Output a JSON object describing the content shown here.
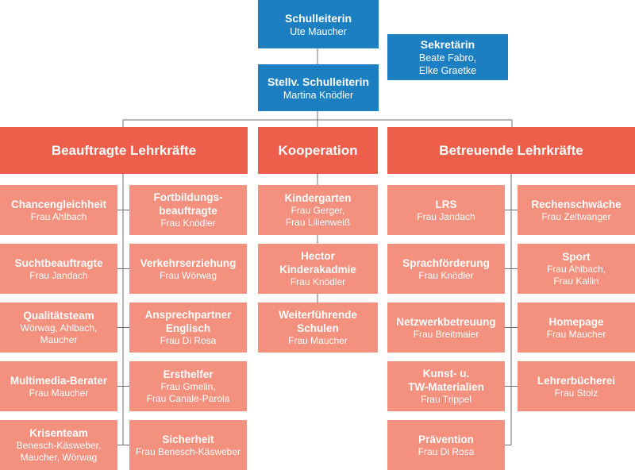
{
  "leadership": {
    "head": {
      "title": "Schulleiterin",
      "name": "Ute Maucher"
    },
    "secretary": {
      "title": "Sekretärin",
      "names": [
        "Beate Fabro,",
        "Elke Graetke"
      ]
    },
    "deputy": {
      "title": "Stellv. Schulleiterin",
      "name": "Martina Knödler"
    }
  },
  "columns": {
    "beauftragte": {
      "header": "Beauftragte Lehrkräfte",
      "left": [
        {
          "title": [
            "Chancengleichheit"
          ],
          "person": [
            "Frau Ahlbach"
          ]
        },
        {
          "title": [
            "Suchtbeauftragte"
          ],
          "person": [
            "Frau Jandach"
          ]
        },
        {
          "title": [
            "Qualitätsteam"
          ],
          "person": [
            "Wörwag, Ahlbach,",
            "Maucher"
          ]
        },
        {
          "title": [
            "Multimedia-Berater"
          ],
          "person": [
            "Frau Maucher"
          ]
        },
        {
          "title": [
            "Krisenteam"
          ],
          "person": [
            "Benesch-Käsweber,",
            "Maucher, Wörwag"
          ]
        }
      ],
      "right": [
        {
          "title": [
            "Fortbildungs-",
            "beauftragte"
          ],
          "person": [
            "Frau Knödler"
          ]
        },
        {
          "title": [
            "Verkehrserziehung"
          ],
          "person": [
            "Frau Wörwag"
          ]
        },
        {
          "title": [
            "Ansprechpartner",
            "Englisch"
          ],
          "person": [
            "Frau Di Rosa"
          ]
        },
        {
          "title": [
            "Ersthelfer"
          ],
          "person": [
            "Frau Gmelin,",
            "Frau Canale-Parola"
          ]
        },
        {
          "title": [
            "Sicherheit"
          ],
          "person": [
            "Frau Benesch-Käsweber"
          ]
        }
      ]
    },
    "kooperation": {
      "header": "Kooperation",
      "items": [
        {
          "title": [
            "Kindergarten"
          ],
          "person": [
            "Frau Gerger,",
            "Frau Lilienweiß"
          ]
        },
        {
          "title": [
            "Hector",
            "Kinderakadmie"
          ],
          "person": [
            "Frau Knödler"
          ]
        },
        {
          "title": [
            "Weiterführende",
            "Schulen"
          ],
          "person": [
            "Frau Maucher"
          ]
        }
      ]
    },
    "betreuende": {
      "header": "Betreuende Lehrkräfte",
      "left": [
        {
          "title": [
            "LRS"
          ],
          "person": [
            "Frau Jandach"
          ]
        },
        {
          "title": [
            "Sprachförderung"
          ],
          "person": [
            "Frau Knödler"
          ]
        },
        {
          "title": [
            "Netzwerkbetreuung"
          ],
          "person": [
            "Frau Breitmaier"
          ]
        },
        {
          "title": [
            "Kunst- u.",
            "TW-Materialien"
          ],
          "person": [
            "Frau Trippel"
          ]
        },
        {
          "title": [
            "Prävention"
          ],
          "person": [
            "Frau Di Rosa"
          ]
        }
      ],
      "right": [
        {
          "title": [
            "Rechenschwäche"
          ],
          "person": [
            "Frau Zeltwanger"
          ]
        },
        {
          "title": [
            "Sport"
          ],
          "person": [
            "Frau Ahlbach,",
            "Frau Kallin"
          ]
        },
        {
          "title": [
            "Homepage"
          ],
          "person": [
            "Frau Maucher"
          ]
        },
        {
          "title": [
            "Lehrerbücherei"
          ],
          "person": [
            "Frau Stolz"
          ]
        }
      ]
    }
  }
}
